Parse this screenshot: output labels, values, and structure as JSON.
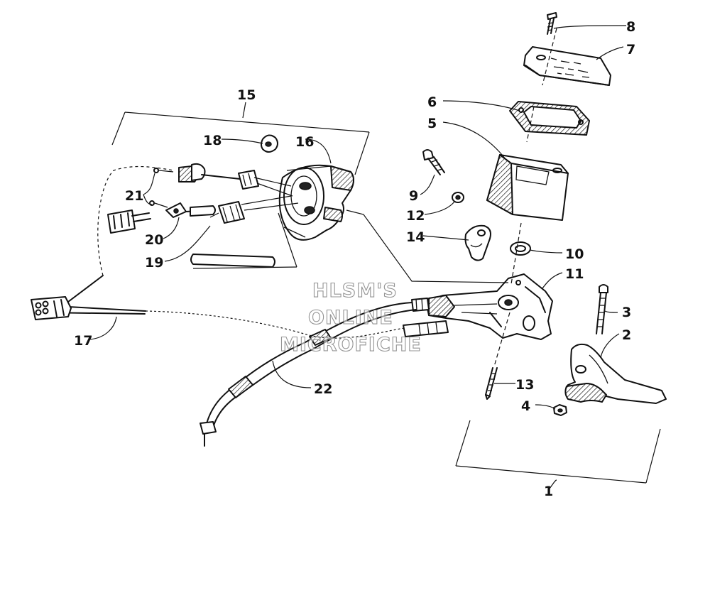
{
  "callouts": {
    "c1": "1",
    "c2": "2",
    "c3": "3",
    "c4": "4",
    "c5": "5",
    "c6": "6",
    "c7": "7",
    "c8": "8",
    "c9": "9",
    "c10": "10",
    "c11": "11",
    "c12": "12",
    "c13": "13",
    "c14": "14",
    "c15": "15",
    "c16": "16",
    "c17": "17",
    "c18": "18",
    "c19": "19",
    "c20": "20",
    "c21": "21",
    "c22": "22"
  },
  "watermark": {
    "line1": "HLSM'S",
    "line2": "ONLINE",
    "line3": "MICROFICHE"
  },
  "colors": {
    "line": "#111111",
    "background": "#ffffff",
    "watermark": "#5a5a5a"
  }
}
